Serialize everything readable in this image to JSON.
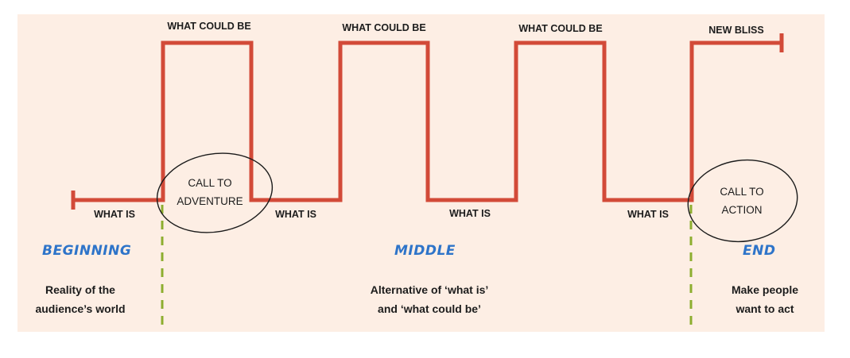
{
  "labels": {
    "what_could_be": [
      "WHAT COULD BE",
      "WHAT COULD BE",
      "WHAT COULD BE"
    ],
    "new_bliss": "NEW BLISS",
    "what_is": [
      "WHAT IS",
      "WHAT IS",
      "WHAT IS",
      "WHAT IS"
    ]
  },
  "callouts": {
    "call_to_adventure": [
      "CALL TO",
      "ADVENTURE"
    ],
    "call_to_action": [
      "CALL TO",
      "ACTION"
    ]
  },
  "sections": {
    "beginning": {
      "title": "BEGINNING",
      "desc": [
        "Reality of the",
        "audience’s world"
      ]
    },
    "middle": {
      "title": "MIDDLE",
      "desc": [
        "Alternative of ‘what is’",
        "and ‘what could be’"
      ]
    },
    "end": {
      "title": "END",
      "desc": [
        "Make people",
        "want to act"
      ]
    }
  },
  "colors": {
    "background": "#fdeee4",
    "line": "#d24a38",
    "divider": "#8dae2f",
    "section_title": "#2e74c9"
  }
}
